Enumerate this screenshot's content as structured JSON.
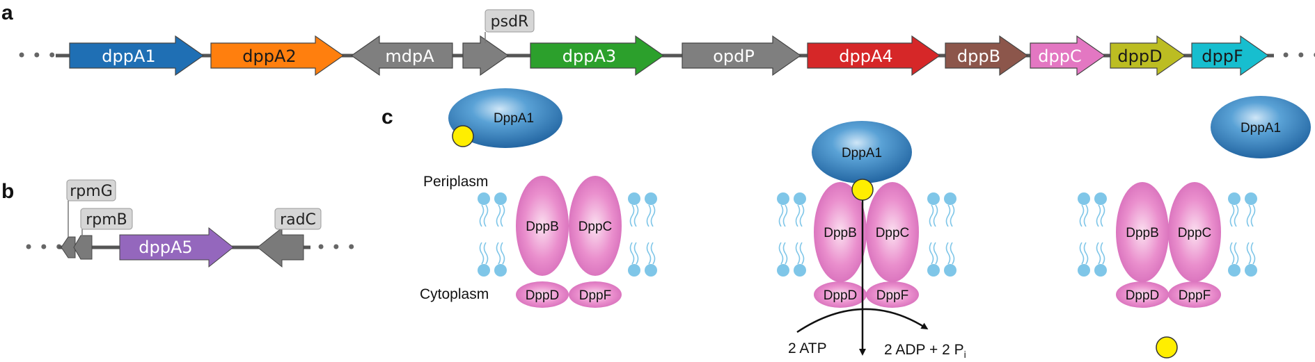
{
  "panels": {
    "a": "a",
    "b": "b",
    "c": "c"
  },
  "ellipsis": "• • •",
  "operon_a": {
    "genes": [
      {
        "name": "dppA1",
        "color": "#1f6fb4",
        "text_color": "#ffffff"
      },
      {
        "name": "dppA2",
        "color": "#ff7f0e",
        "text_color": "#1a1a1a"
      },
      {
        "name": "mdpA",
        "color": "#7f7f7f",
        "text_color": "#ffffff"
      },
      {
        "name": "",
        "color": "#7f7f7f",
        "text_color": "#ffffff"
      },
      {
        "name": "dppA3",
        "color": "#2ca02c",
        "text_color": "#ffffff"
      },
      {
        "name": "opdP",
        "color": "#7f7f7f",
        "text_color": "#ffffff"
      },
      {
        "name": "dppA4",
        "color": "#d62728",
        "text_color": "#ffffff"
      },
      {
        "name": "dppB",
        "color": "#8c564b",
        "text_color": "#ffffff"
      },
      {
        "name": "dppC",
        "color": "#e377c2",
        "text_color": "#ffffff"
      },
      {
        "name": "dppD",
        "color": "#bcbd22",
        "text_color": "#1a1a1a"
      },
      {
        "name": "dppF",
        "color": "#17becf",
        "text_color": "#1a1a1a"
      }
    ],
    "tag": "psdR"
  },
  "operon_b": {
    "main_gene": {
      "name": "dppA5",
      "color": "#9467bd",
      "text_color": "#ffffff"
    },
    "tags": [
      "rpmG",
      "rpmB",
      "radC"
    ]
  },
  "transport": {
    "periplasm": "Periplasm",
    "cytoplasm": "Cytoplasm",
    "binding_protein": "DppA1",
    "permeases": [
      "DppB",
      "DppC"
    ],
    "atpases": [
      "DppD",
      "DppF"
    ],
    "atp": "2 ATP",
    "adp": "2 ADP + 2 P",
    "adp_sub": "i"
  }
}
